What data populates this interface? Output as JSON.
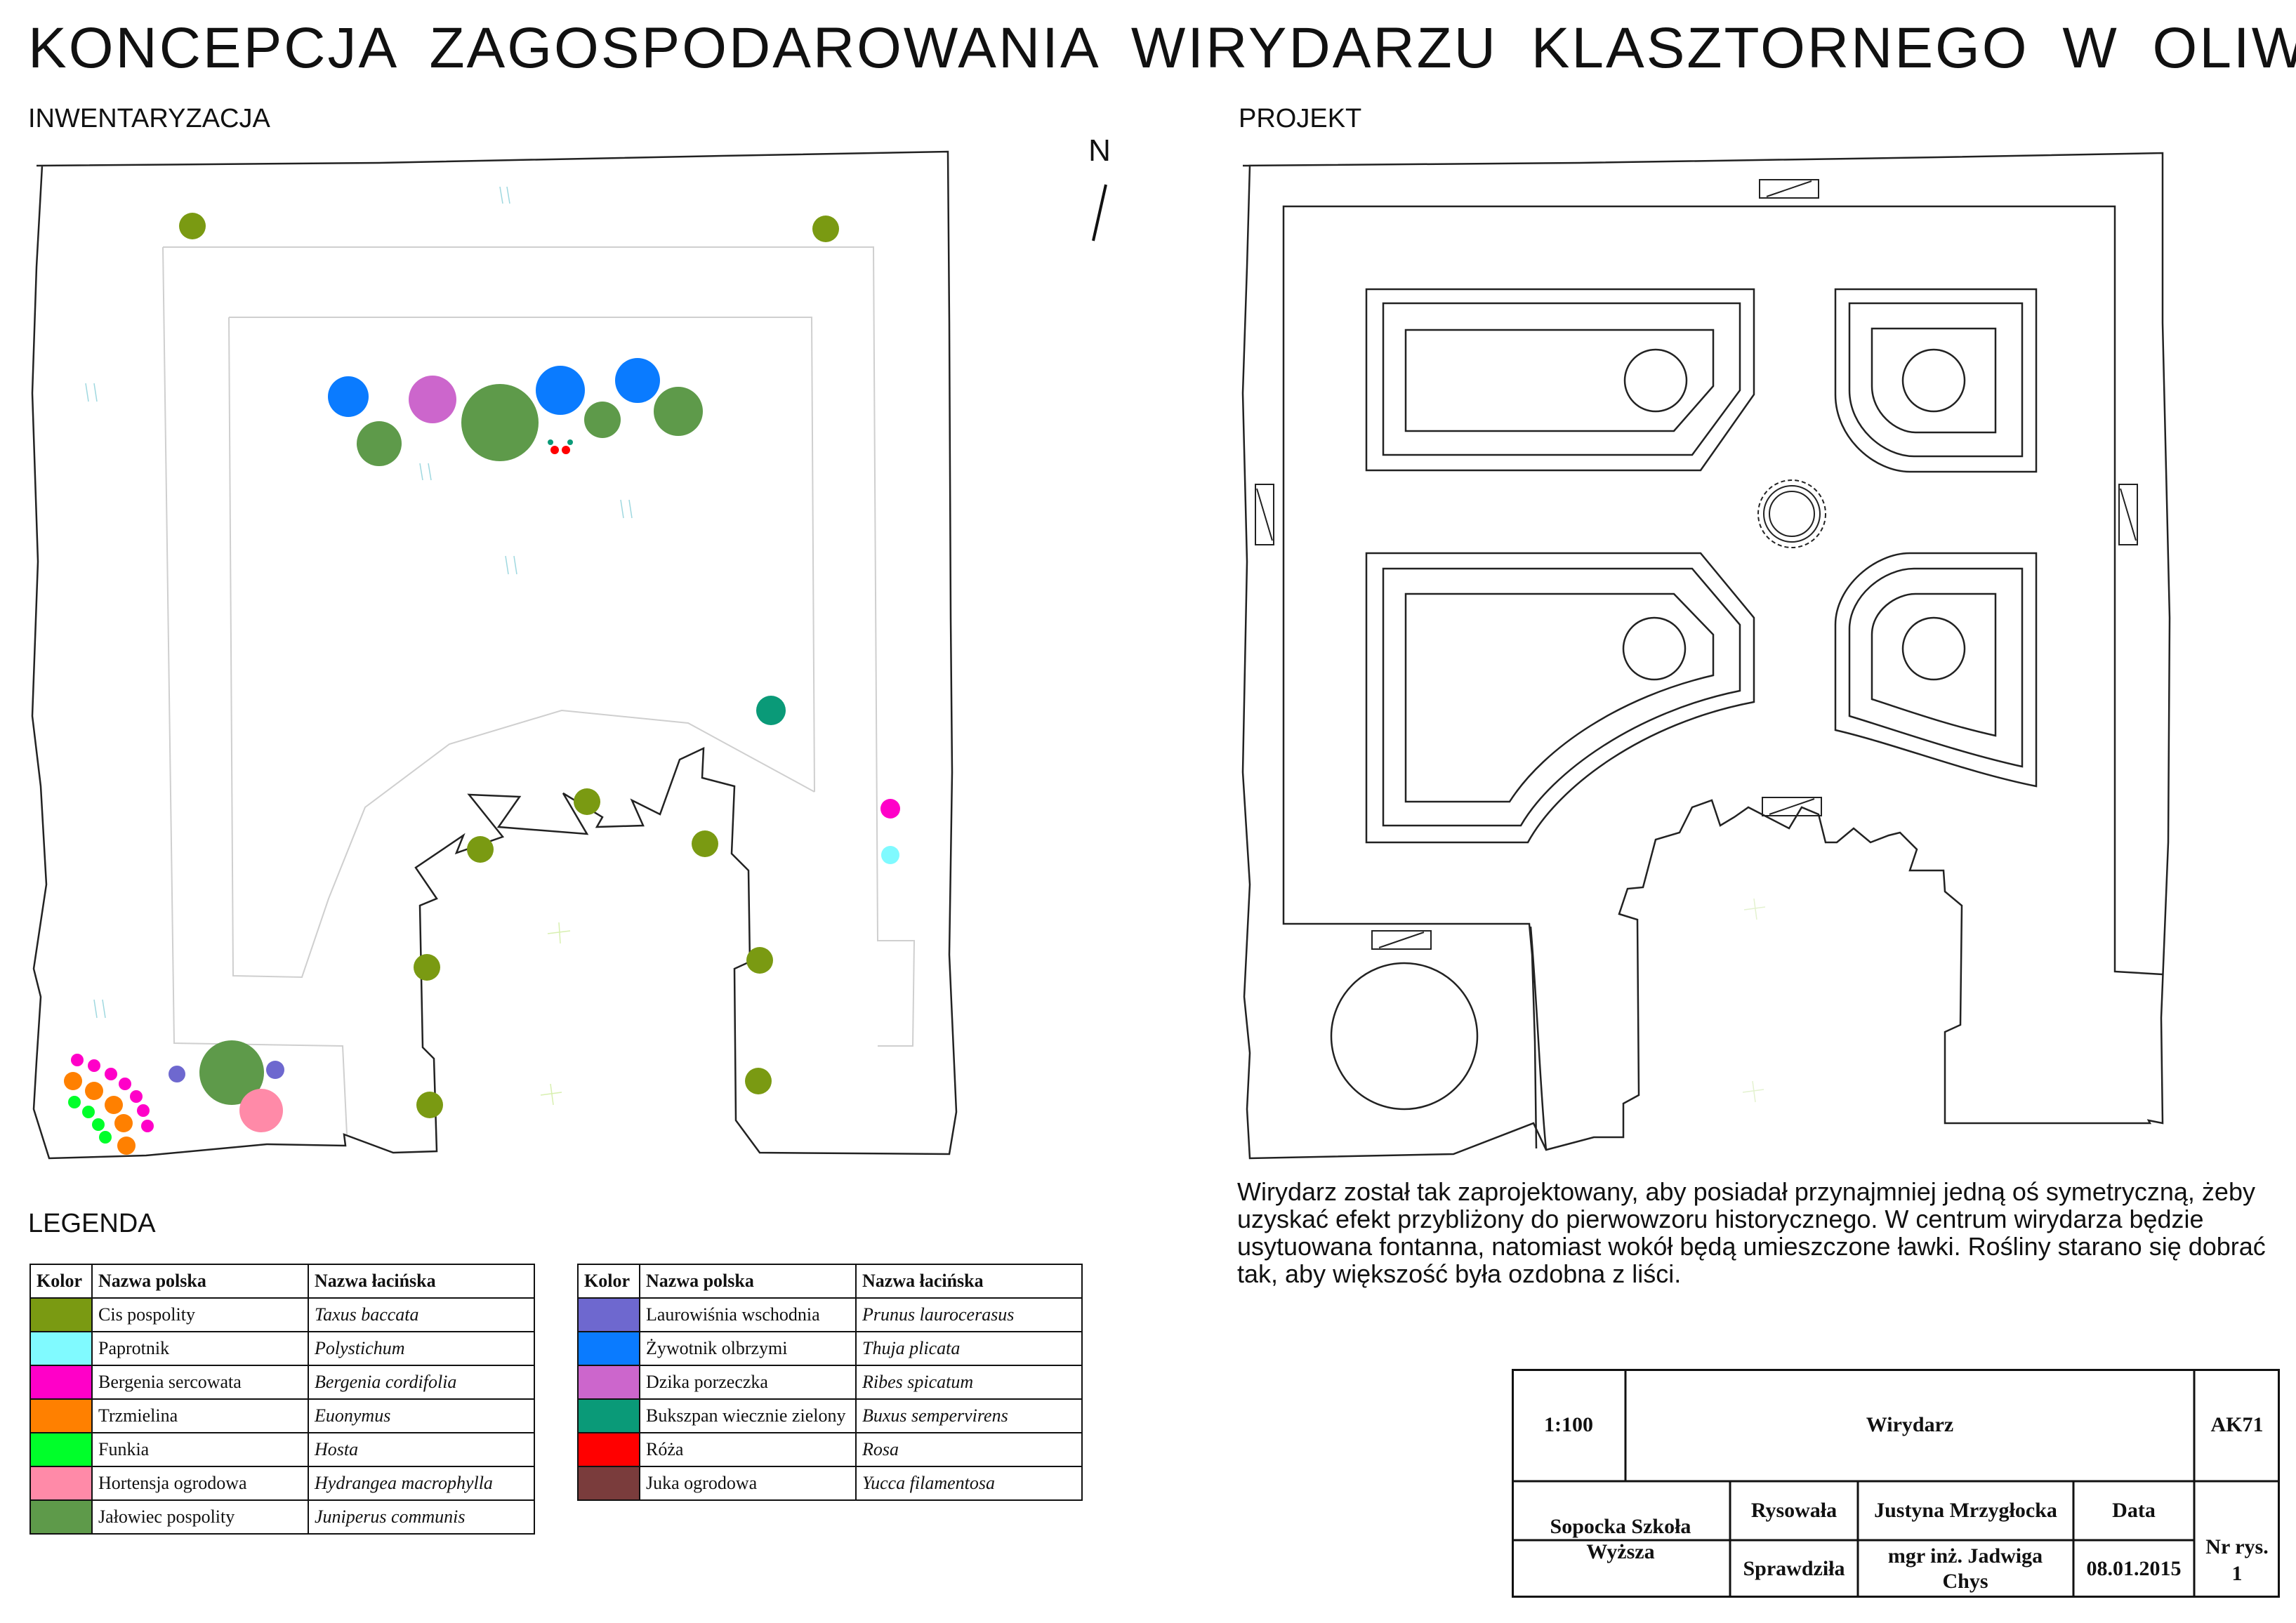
{
  "title": "KONCEPCJA  ZAGOSPODAROWANIA  WIRYDARZU  KLASZTORNEGO  W  OLIWIE",
  "sections": {
    "inventory": "INWENTARYZACJA",
    "project": "PROJEKT",
    "legend": "LEGENDA"
  },
  "compass": {
    "north": "N"
  },
  "description": "Wirydarz został tak zaprojektowany, aby posiadał przynajmniej jedną oś symetryczną, żeby uzyskać efekt przybliżony do pierwowzoru historycznego. W centrum wirydarza będzie usytuowana fontanna, natomiast wokół będą umieszczone ławki. Rośliny starano się dobrać tak, aby większość była ozdobna z liści.",
  "legend_headers": {
    "color": "Kolor",
    "polish": "Nazwa polska",
    "latin": "Nazwa łacińska"
  },
  "legend_left": [
    {
      "color": "#7a9a12",
      "polish": "Cis pospolity",
      "latin": "Taxus baccata"
    },
    {
      "color": "#80faff",
      "polish": "Paprotnik",
      "latin": "Polystichum"
    },
    {
      "color": "#ff00c8",
      "polish": "Bergenia sercowata",
      "latin": "Bergenia cordifolia"
    },
    {
      "color": "#ff8000",
      "polish": "Trzmielina",
      "latin": "Euonymus"
    },
    {
      "color": "#00ff2a",
      "polish": "Funkia",
      "latin": "Hosta"
    },
    {
      "color": "#ff8aa8",
      "polish": "Hortensja ogrodowa",
      "latin": "Hydrangea macrophylla"
    },
    {
      "color": "#5e9a4a",
      "polish": "Jałowiec pospolity",
      "latin": "Juniperus communis"
    }
  ],
  "legend_right": [
    {
      "color": "#6e68cf",
      "polish": "Laurowiśnia wschodnia",
      "latin": "Prunus laurocerasus"
    },
    {
      "color": "#0a7bff",
      "polish": "Żywotnik olbrzymi",
      "latin": "Thuja plicata"
    },
    {
      "color": "#cc66cc",
      "polish": "Dzika porzeczka",
      "latin": "Ribes spicatum"
    },
    {
      "color": "#0a9a78",
      "polish": "Bukszpan wiecznie zielony",
      "latin": "Buxus sempervirens"
    },
    {
      "color": "#ff0000",
      "polish": "Róża",
      "latin": "Rosa"
    },
    {
      "color": "#7a3c3c",
      "polish": "Juka ogrodowa",
      "latin": "Yucca filamentosa"
    }
  ],
  "title_block": {
    "scale": "1:100",
    "name": "Wirydarz",
    "code": "AK71",
    "school": "Sopocka Szkoła Wyższa",
    "drawn_label": "Rysowała",
    "drawn_by": "Justyna Mrzygłocka",
    "date_label": "Data",
    "checked_label": "Sprawdziła",
    "checked_by": "mgr inż. Jadwiga Chys",
    "date": "08.01.2015",
    "sheet_label": "Nr rys.",
    "sheet_no": "1"
  }
}
